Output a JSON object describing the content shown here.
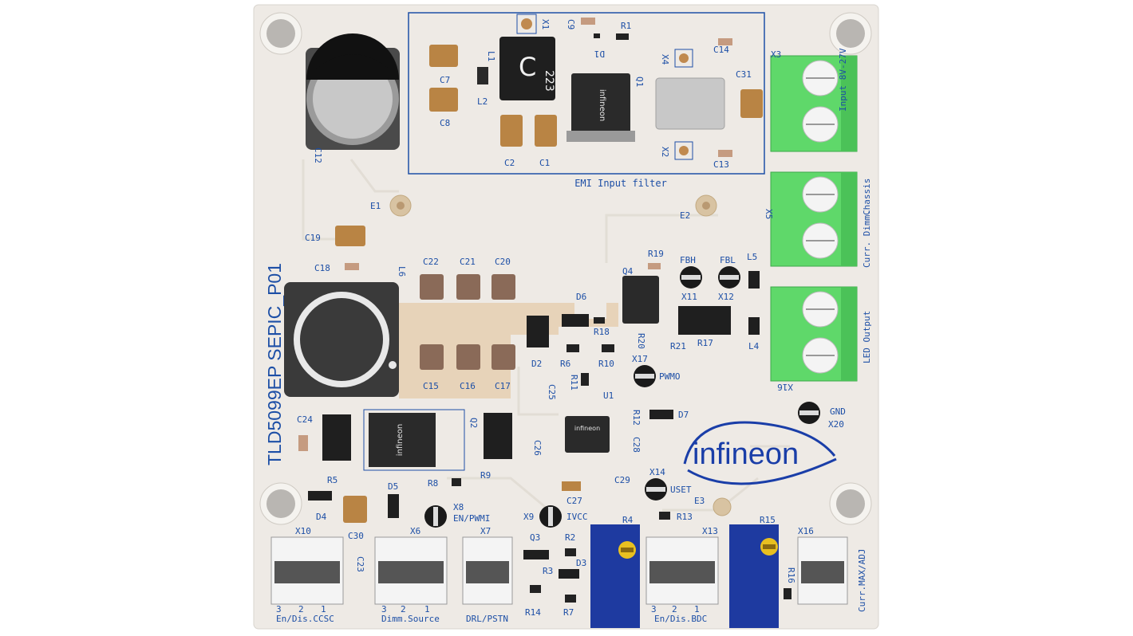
{
  "board": {
    "part_number": "TLD5099EP SEPIC_P01",
    "brand": "infineon",
    "section_label": "EMI Input filter"
  },
  "colors": {
    "pcb": "#eeeae5",
    "silkscreen": "#1d4fa6",
    "terminal_green": "#5fd86a",
    "brand_blue": "#1a3ea8"
  },
  "terminals": {
    "x3": {
      "ref": "X3",
      "label": "Input 8V-27V"
    },
    "x5": {
      "ref": "X5",
      "label": "Chassis"
    },
    "x5b": {
      "label": "Curr. Dimm."
    },
    "x16top": {
      "ref": "X16",
      "label": "LED Output"
    },
    "x10": {
      "ref": "X10",
      "label": "En/Dis.CCSC",
      "pins": [
        "3",
        "2",
        "1"
      ]
    },
    "x6": {
      "ref": "X6",
      "label": "Dimm.Source",
      "pins": [
        "3",
        "2",
        "1"
      ]
    },
    "x7": {
      "ref": "X7",
      "label": "DRL/PSTN"
    },
    "x13": {
      "ref": "X13",
      "label": "En/Dis.BDC",
      "pins": [
        "3",
        "2",
        "1"
      ]
    },
    "x16": {
      "ref": "X16",
      "label": "Curr.MAX/ADJ"
    }
  },
  "testpoints": {
    "x8": {
      "ref": "X8",
      "label": "EN/PWMI"
    },
    "x9": {
      "ref": "X9",
      "label": "IVCC"
    },
    "x11": {
      "ref": "X11",
      "label": "FBH"
    },
    "x12": {
      "ref": "X12",
      "label": "FBL"
    },
    "x14": {
      "ref": "X14",
      "label": "USET"
    },
    "x17": {
      "ref": "X17",
      "label": "PWMO"
    },
    "x20": {
      "ref": "X20",
      "label": "GND"
    },
    "x1": {
      "ref": "X1"
    },
    "x2": {
      "ref": "X2"
    },
    "x4": {
      "ref": "X4"
    }
  },
  "labels": {
    "c1": "C1",
    "c2": "C2",
    "c7": "C7",
    "c8": "C8",
    "c9": "C9",
    "c12": "C12",
    "c13": "C13",
    "c14": "C14",
    "c15": "C15",
    "c16": "C16",
    "c17": "C17",
    "c18": "C18",
    "c19": "C19",
    "c20": "C20",
    "c21": "C21",
    "c22": "C22",
    "c23": "C23",
    "c24": "C24",
    "c25": "C25",
    "c26": "C26",
    "c27": "C27",
    "c28": "C28",
    "c29": "C29",
    "c30": "C30",
    "c31": "C31",
    "l1": "L1",
    "l2": "L2",
    "l4": "L4",
    "l5": "L5",
    "l6": "L6",
    "d1": "D1",
    "d2": "D2",
    "d3": "D3",
    "d4": "D4",
    "d5": "D5",
    "d6": "D6",
    "d7": "D7",
    "r1": "R1",
    "r2": "R2",
    "r3": "R3",
    "r4": "R4",
    "r5": "R5",
    "r6": "R6",
    "r7": "R7",
    "r8": "R8",
    "r9": "R9",
    "r10": "R10",
    "r11": "R11",
    "r12": "R12",
    "r13": "R13",
    "r14": "R14",
    "r15": "R15",
    "r16": "R16",
    "r17": "R17",
    "r18": "R18",
    "r19": "R19",
    "r20": "R20",
    "r21": "R21",
    "q1": "Q1",
    "q2": "Q2",
    "q3": "Q3",
    "q4": "Q4",
    "u1": "U1",
    "e1": "E1",
    "e2": "E2",
    "e3": "E3",
    "l1_code": "223",
    "l1_mark": "C",
    "ic_brand": "infineon"
  }
}
